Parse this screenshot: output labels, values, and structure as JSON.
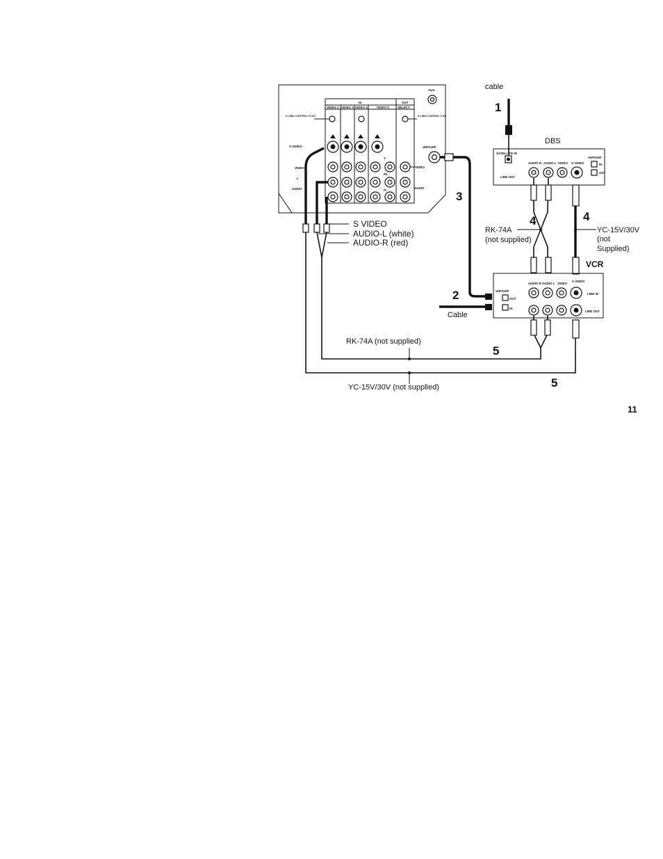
{
  "tv": {
    "aux": "AUX",
    "in_header": "IN",
    "out_header": "OUT",
    "col_video1": "VIDEO 1",
    "col_video3": "VIDEO 3",
    "col_video4": "VIDEO 4",
    "col_video5": "VIDEO 5",
    "col_select": "SELECT",
    "slink_out": "S-LINK/ CONTROL S OUT",
    "slink_in": "S-LINK/ CONTROL S IN",
    "s_video": "S VIDEO",
    "video": "VIDEO",
    "video_right": "VIDEO",
    "l": "L",
    "audio": "AUDIO",
    "audio_right": "AUDIO",
    "y": "Y",
    "pb": "Pb",
    "pr": "Pr",
    "vhf_uhf": "VHF/UHF"
  },
  "dbs": {
    "title": "DBS",
    "satellite_in": "SATELLITE IN",
    "audio_r": "AUDIO R",
    "audio_l": "AUDIO L",
    "video": "VIDEO",
    "s_video": "S VIDEO",
    "line_out": "LINE OUT",
    "vhf_uhf": "VHF/UHF",
    "in": "IN",
    "out": "OUT"
  },
  "vcr": {
    "title": "VCR",
    "audio_r": "AUDIO R",
    "audio_l": "AUDIO L",
    "video": "VIDEO",
    "s_video": "S VIDEO",
    "line_in": "LINE IN",
    "line_out": "LINE OUT",
    "vhf_uhf": "VHF/UHF",
    "out": "OUT",
    "in": "IN"
  },
  "labels": {
    "cable_top": "cable",
    "cable_bottom": "Cable",
    "s_video": "S VIDEO",
    "audio_l": "AUDIO-L (white)",
    "audio_r": "AUDIO-R (red)",
    "rk74a_line1": "RK-74A",
    "rk74a_line2": "(not supplied)",
    "yc_line1": "YC-15V/30V",
    "yc_line2": "(not",
    "yc_line3": "Supplied)",
    "rk74a_bottom": "RK-74A (not supplied)",
    "yc_bottom": "YC-15V/30V (not supplied)"
  },
  "steps": {
    "s1": "1",
    "s2": "2",
    "s3": "3",
    "s4a": "4",
    "s4b": "4",
    "s5a": "5",
    "s5b": "5"
  },
  "page_number": "11"
}
